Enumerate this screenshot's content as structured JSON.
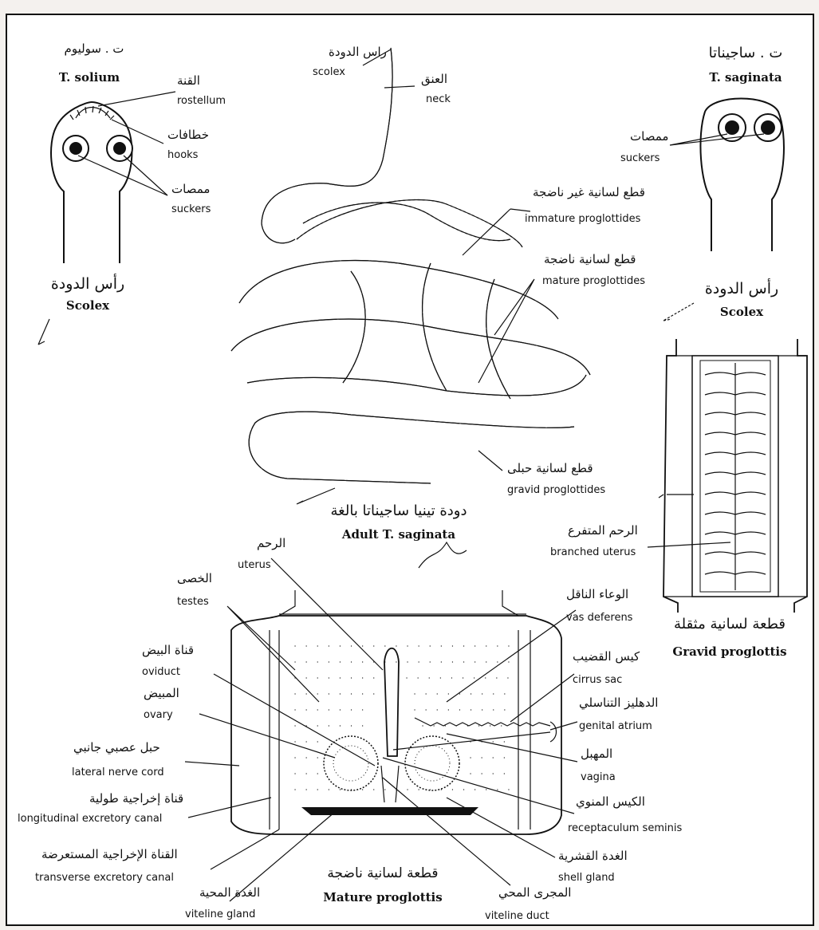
{
  "solium": {
    "title_ar": "ت . سوليوم",
    "title_en": "T. solium",
    "rostellum_ar": "القنة",
    "rostellum_en": "rostellum",
    "hooks_ar": "خطافات",
    "hooks_en": "hooks",
    "suckers_ar": "ممصات",
    "suckers_en": "suckers",
    "scolex_ar": "رأس الدودة",
    "scolex_en": "Scolex"
  },
  "adult": {
    "scolex_ar": "راس الدودة",
    "scolex_en": "scolex",
    "neck_ar": "العنق",
    "neck_en": "neck",
    "immature_ar": "قطع لسانية غير ناضجة",
    "immature_en": "immature proglottides",
    "mature_ar": "قطع لسانية ناضجة",
    "mature_en": "mature proglottides",
    "gravid_ar": "قطع لسانية حبلى",
    "gravid_en": "gravid proglottides",
    "title_ar": "دودة تينيا ساجيناتا بالغة",
    "title_en": "Adult T. saginata"
  },
  "saginata": {
    "title_ar": "ت . ساجيناتا",
    "title_en": "T. saginata",
    "suckers_ar": "ممصات",
    "suckers_en": "suckers",
    "scolex_ar": "رأس الدودة",
    "scolex_en": "Scolex"
  },
  "gravid": {
    "uterus_ar": "الرحم المتفرع",
    "uterus_en": "branched uterus",
    "title_ar": "قطعة لسانية مثقلة",
    "title_en": "Gravid proglottis"
  },
  "mature": {
    "uterus_ar": "الرحم",
    "uterus_en": "uterus",
    "testes_ar": "الخصى",
    "testes_en": "testes",
    "oviduct_ar": "قناة البيض",
    "oviduct_en": "oviduct",
    "ovary_ar": "المبيض",
    "ovary_en": "ovary",
    "nerve_ar": "حبل عصبي جانبي",
    "nerve_en": "lateral nerve cord",
    "longcanal_ar": "قناة إخراجية طولية",
    "longcanal_en": "longitudinal excretory canal",
    "transcanal_ar": "القناة الإخراجية المستعرضة",
    "transcanal_en": "transverse excretory canal",
    "vitgland_ar": "الغدة المحية",
    "vitgland_en": "viteline gland",
    "title_ar": "قطعة لسانية ناضجة",
    "title_en": "Mature proglottis",
    "vitduct_ar": "المجرى المحي",
    "vitduct_en": "viteline duct",
    "vas_ar": "الوعاء الناقل",
    "vas_en": "vas deferens",
    "cirrus_ar": "كيس القضيب",
    "cirrus_en": "cirrus sac",
    "atrium_ar": "الدهليز التناسلي",
    "atrium_en": "genital atrium",
    "vagina_ar": "المهبل",
    "vagina_en": "vagina",
    "recept_ar": "الكيس المنوي",
    "recept_en": "receptaculum seminis",
    "shell_ar": "الغدة القشرية",
    "shell_en": "shell gland"
  },
  "colors": {
    "background": "#f4f1ee",
    "panel": "#ffffff",
    "ink": "#111111"
  }
}
